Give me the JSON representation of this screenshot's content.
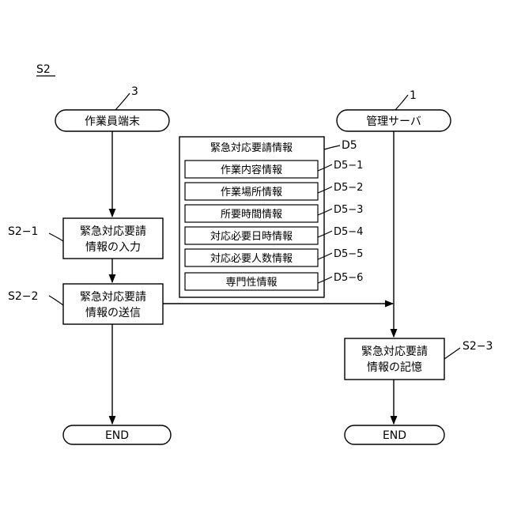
{
  "figure_label": "S2",
  "terminal": {
    "ref": "3",
    "label": "作業員端末"
  },
  "server": {
    "ref": "1",
    "label": "管理サーバ"
  },
  "steps": {
    "s2_1": {
      "id": "S2−1",
      "line1": "緊急対応要請",
      "line2": "情報の入力"
    },
    "s2_2": {
      "id": "S2−2",
      "line1": "緊急対応要請",
      "line2": "情報の送信"
    },
    "s2_3": {
      "id": "S2−3",
      "line1": "緊急対応要請",
      "line2": "情報の記憶"
    }
  },
  "end_left": "END",
  "end_right": "END",
  "record": {
    "title": "緊急対応要請情報",
    "ref": "D5",
    "fields": [
      {
        "label": "作業内容情報",
        "ref": "D5−1"
      },
      {
        "label": "作業場所情報",
        "ref": "D5−2"
      },
      {
        "label": "所要時間情報",
        "ref": "D5−3"
      },
      {
        "label": "対応必要日時情報",
        "ref": "D5−4"
      },
      {
        "label": "対応必要人数情報",
        "ref": "D5−5"
      },
      {
        "label": "専門性情報",
        "ref": "D5−6"
      }
    ]
  }
}
